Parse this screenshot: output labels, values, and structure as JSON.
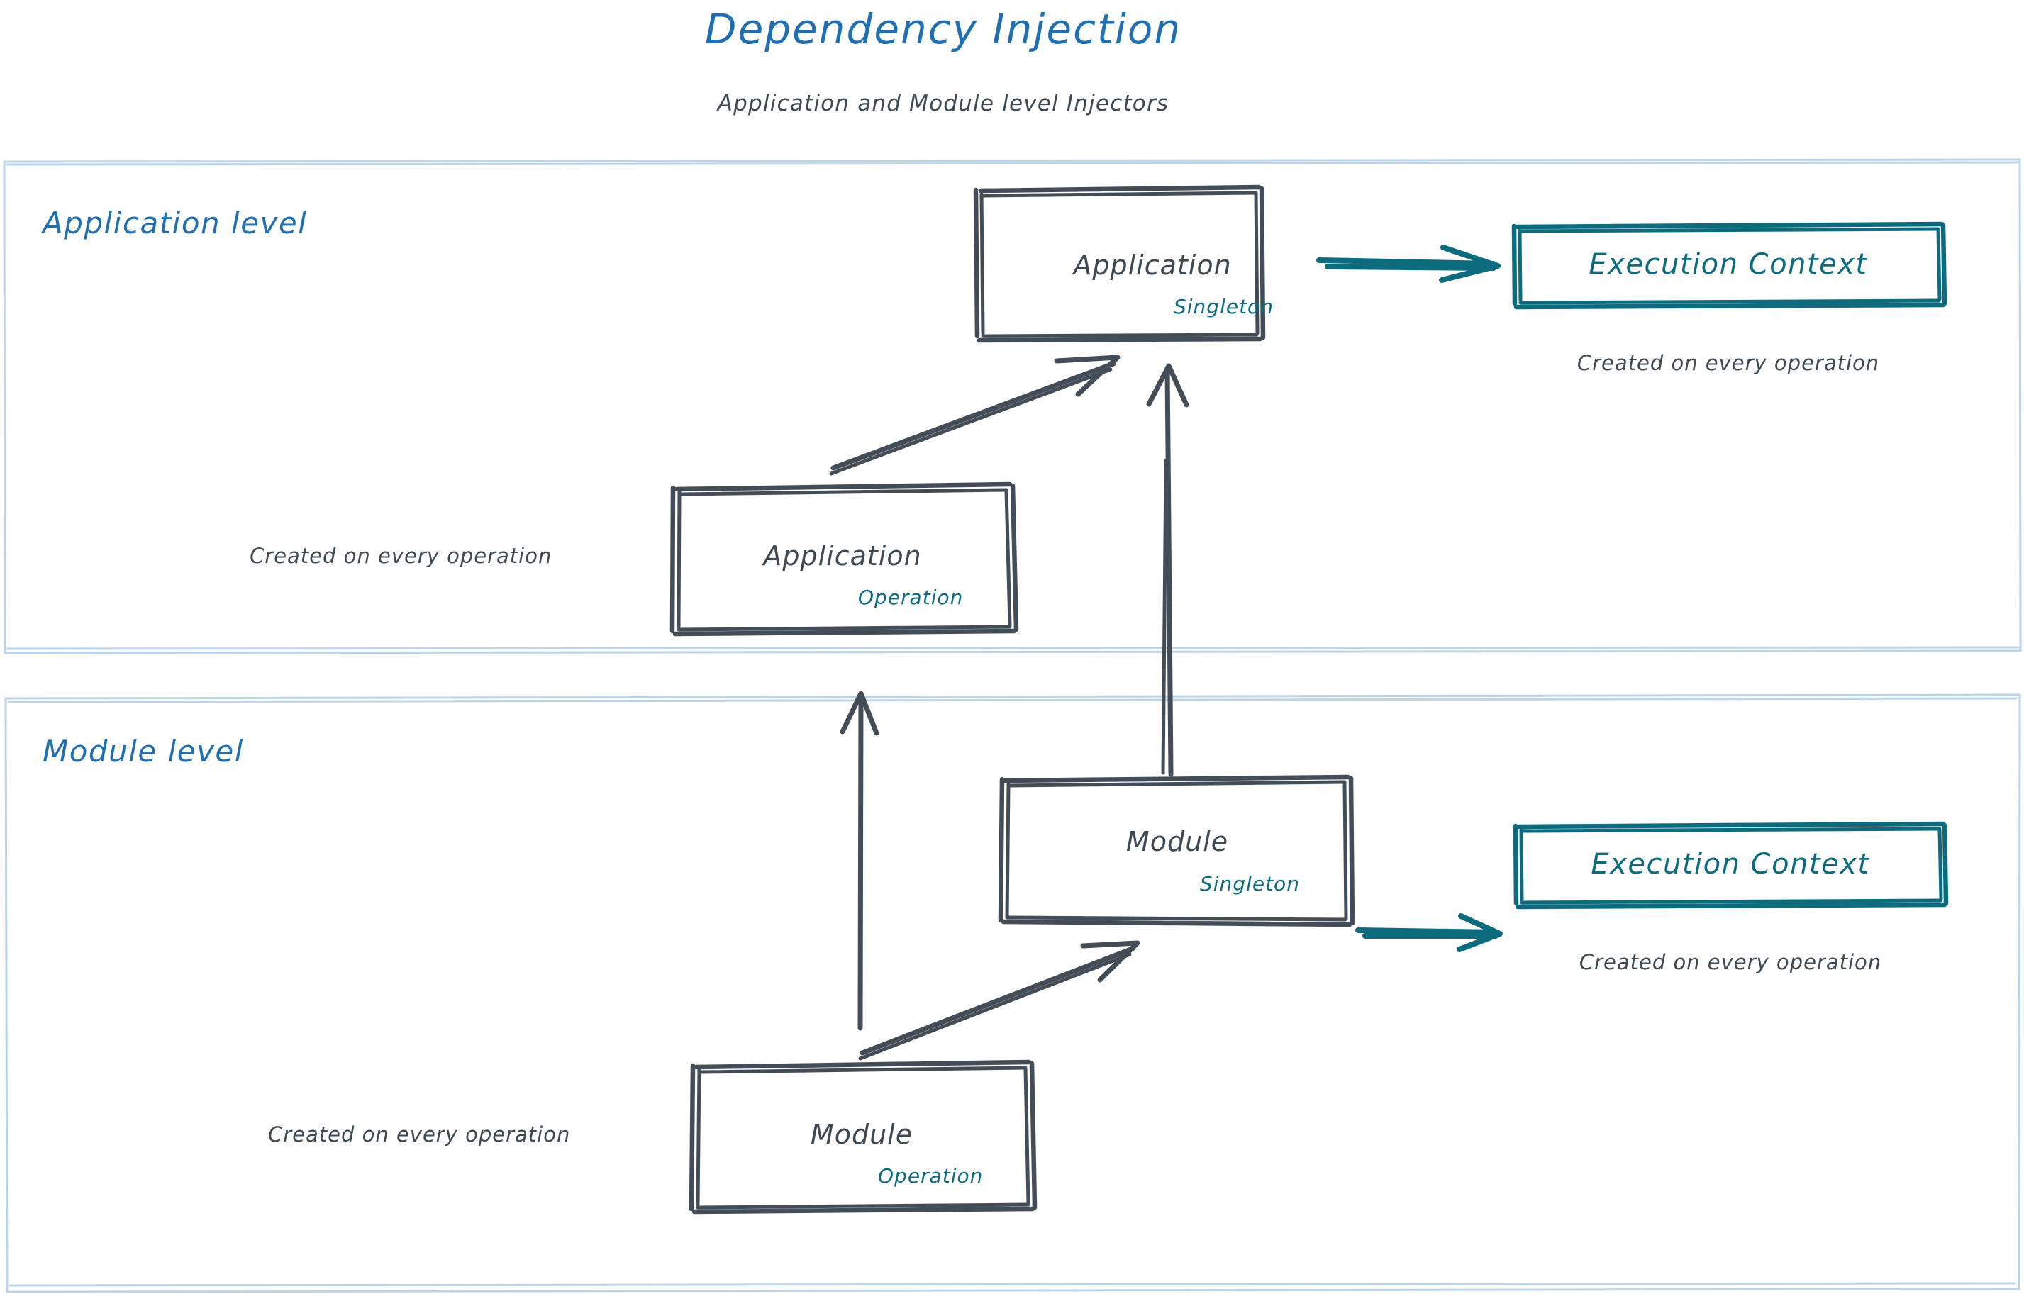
{
  "page": {
    "title": "Dependency Injection",
    "subtitle": "Application and Module level Injectors",
    "background_color": "#ffffff"
  },
  "colors": {
    "heading_blue": "#1f6fb2",
    "container_border": "#bcd4e8",
    "box_stroke": "#434d57",
    "teal": "#0d6b7e",
    "body_text": "#3e4a53"
  },
  "sections": [
    {
      "id": "application-level",
      "label": "Application level",
      "boxes": [
        {
          "id": "application-singleton",
          "title": "Application",
          "scope": "Singleton",
          "style": "sketch-dark"
        },
        {
          "id": "application-operation",
          "title": "Application",
          "scope": "Operation",
          "style": "sketch-dark"
        },
        {
          "id": "execution-context-application",
          "title": "Execution Context",
          "style": "sketch-teal"
        }
      ],
      "notes": [
        {
          "id": "note-exec-context-application",
          "text": "Created on every operation"
        },
        {
          "id": "note-application-operation",
          "text": "Created on every operation"
        }
      ],
      "arrows": [
        {
          "id": "arrow-app-operation-to-app-singleton",
          "color": "#434d57",
          "direction": "up-right"
        },
        {
          "id": "arrow-app-singleton-to-execution-context",
          "color": "#0d6b7e",
          "direction": "right"
        }
      ]
    },
    {
      "id": "module-level",
      "label": "Module level",
      "boxes": [
        {
          "id": "module-singleton",
          "title": "Module",
          "scope": "Singleton",
          "style": "sketch-dark"
        },
        {
          "id": "module-operation",
          "title": "Module",
          "scope": "Operation",
          "style": "sketch-dark"
        },
        {
          "id": "execution-context-module",
          "title": "Execution Context",
          "style": "sketch-teal"
        }
      ],
      "notes": [
        {
          "id": "note-exec-context-module",
          "text": "Created on every operation"
        },
        {
          "id": "note-module-operation",
          "text": "Created on every operation"
        }
      ],
      "arrows": [
        {
          "id": "arrow-module-operation-to-module-singleton",
          "color": "#434d57",
          "direction": "up-right"
        },
        {
          "id": "arrow-module-singleton-to-execution-context",
          "color": "#0d6b7e",
          "direction": "right"
        },
        {
          "id": "arrow-module-singleton-to-application-singleton",
          "color": "#434d57",
          "direction": "up"
        },
        {
          "id": "arrow-module-operation-to-application-operation",
          "color": "#434d57",
          "direction": "up"
        }
      ]
    }
  ]
}
